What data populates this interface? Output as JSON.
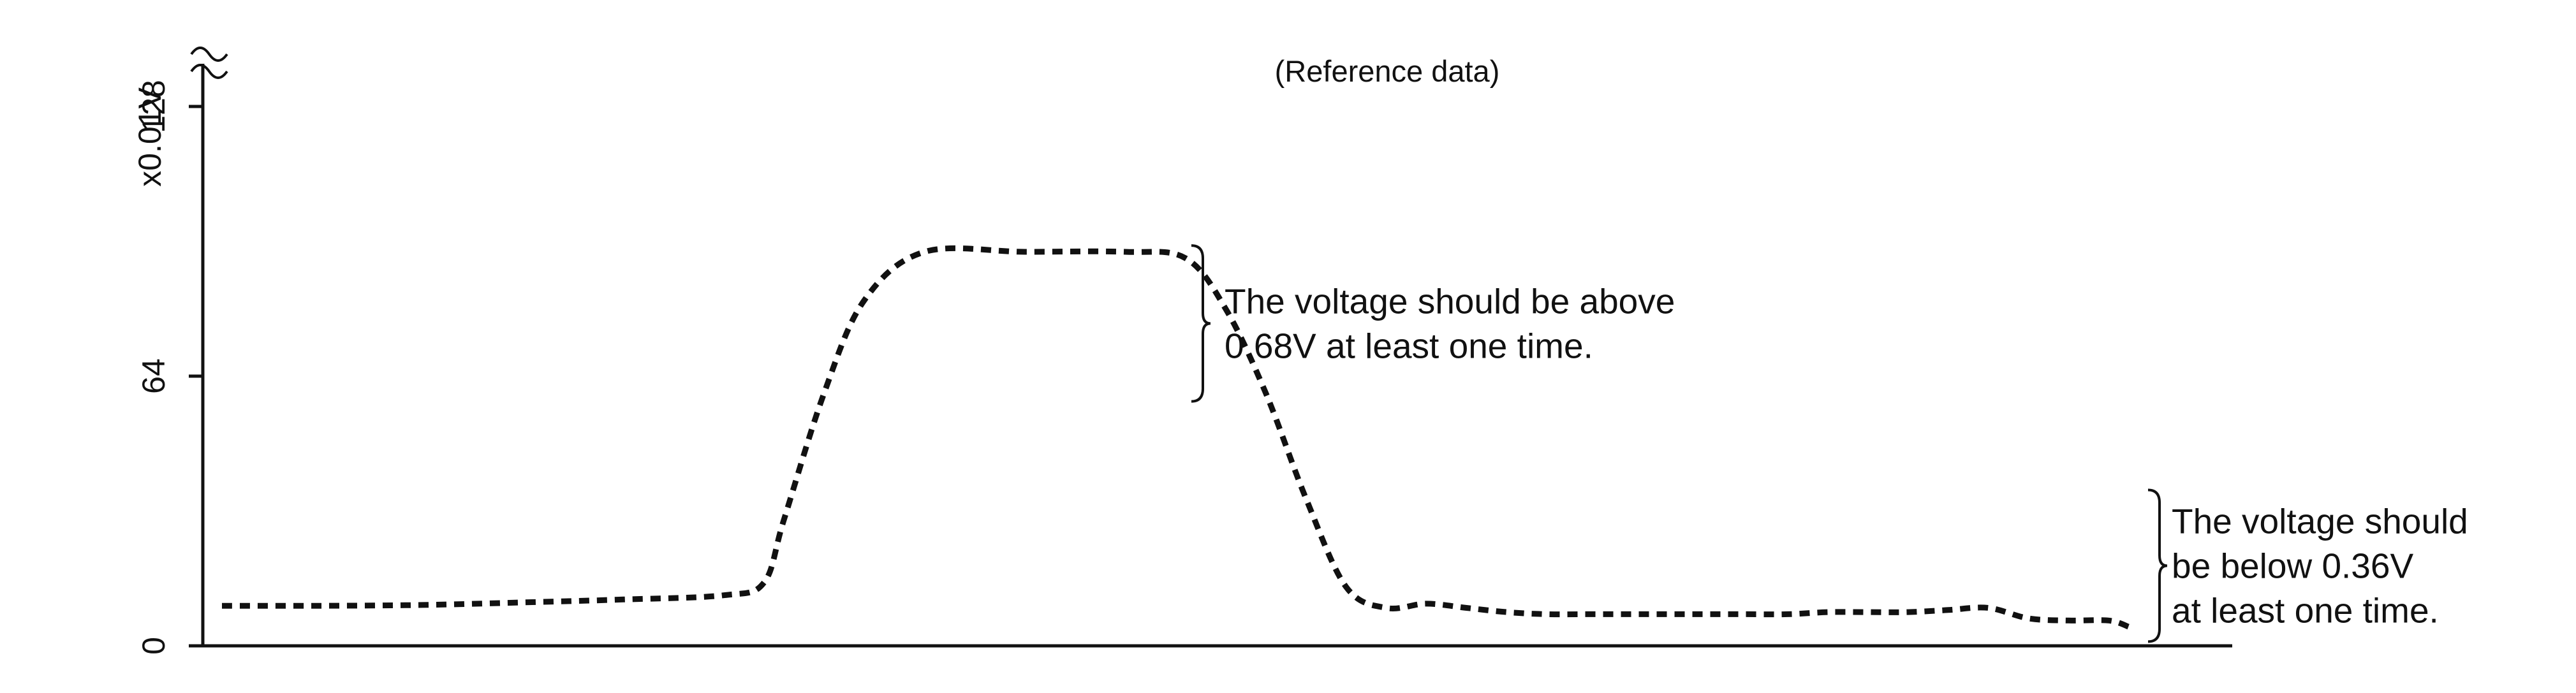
{
  "chart_data": {
    "type": "line",
    "title": "(Reference data)",
    "ylabel": "x0.01V",
    "xlabel": "",
    "ylim": [
      0,
      128
    ],
    "yticks": [
      0,
      64,
      128
    ],
    "ytick_labels": [
      "0",
      "64",
      "128"
    ],
    "y_axis_break": true,
    "x_ticks_shown": false,
    "grid": false,
    "legend": "none",
    "line_style": "dashed",
    "line_color": "#111111",
    "series": [
      {
        "x": [
          0,
          5,
          10,
          15,
          20,
          25,
          27,
          28,
          30,
          32,
          35,
          40,
          45,
          48,
          50,
          52,
          54,
          56,
          58,
          60,
          62,
          64,
          66,
          68,
          70,
          72,
          74,
          76,
          78,
          80,
          82,
          84,
          86,
          88,
          90,
          92,
          94,
          95
        ],
        "values": [
          9.5,
          9.5,
          9.7,
          10.3,
          11,
          12,
          15,
          30,
          60,
          82,
          93.5,
          93.5,
          93.5,
          92,
          80,
          60,
          35,
          14,
          9,
          10,
          9,
          8,
          7.5,
          7.5,
          7.5,
          7.5,
          7.5,
          7.5,
          7.5,
          8,
          8,
          8,
          8.5,
          9,
          6.5,
          6,
          6,
          4.5
        ]
      }
    ],
    "annotations": [
      {
        "text_lines": [
          "The voltage should be above",
          "0.68V at least one time."
        ],
        "y_range": [
          58,
          95
        ]
      },
      {
        "text_lines": [
          "The voltage should",
          "be below 0.36V",
          "at least one time."
        ],
        "y_range": [
          1,
          37
        ]
      }
    ]
  }
}
